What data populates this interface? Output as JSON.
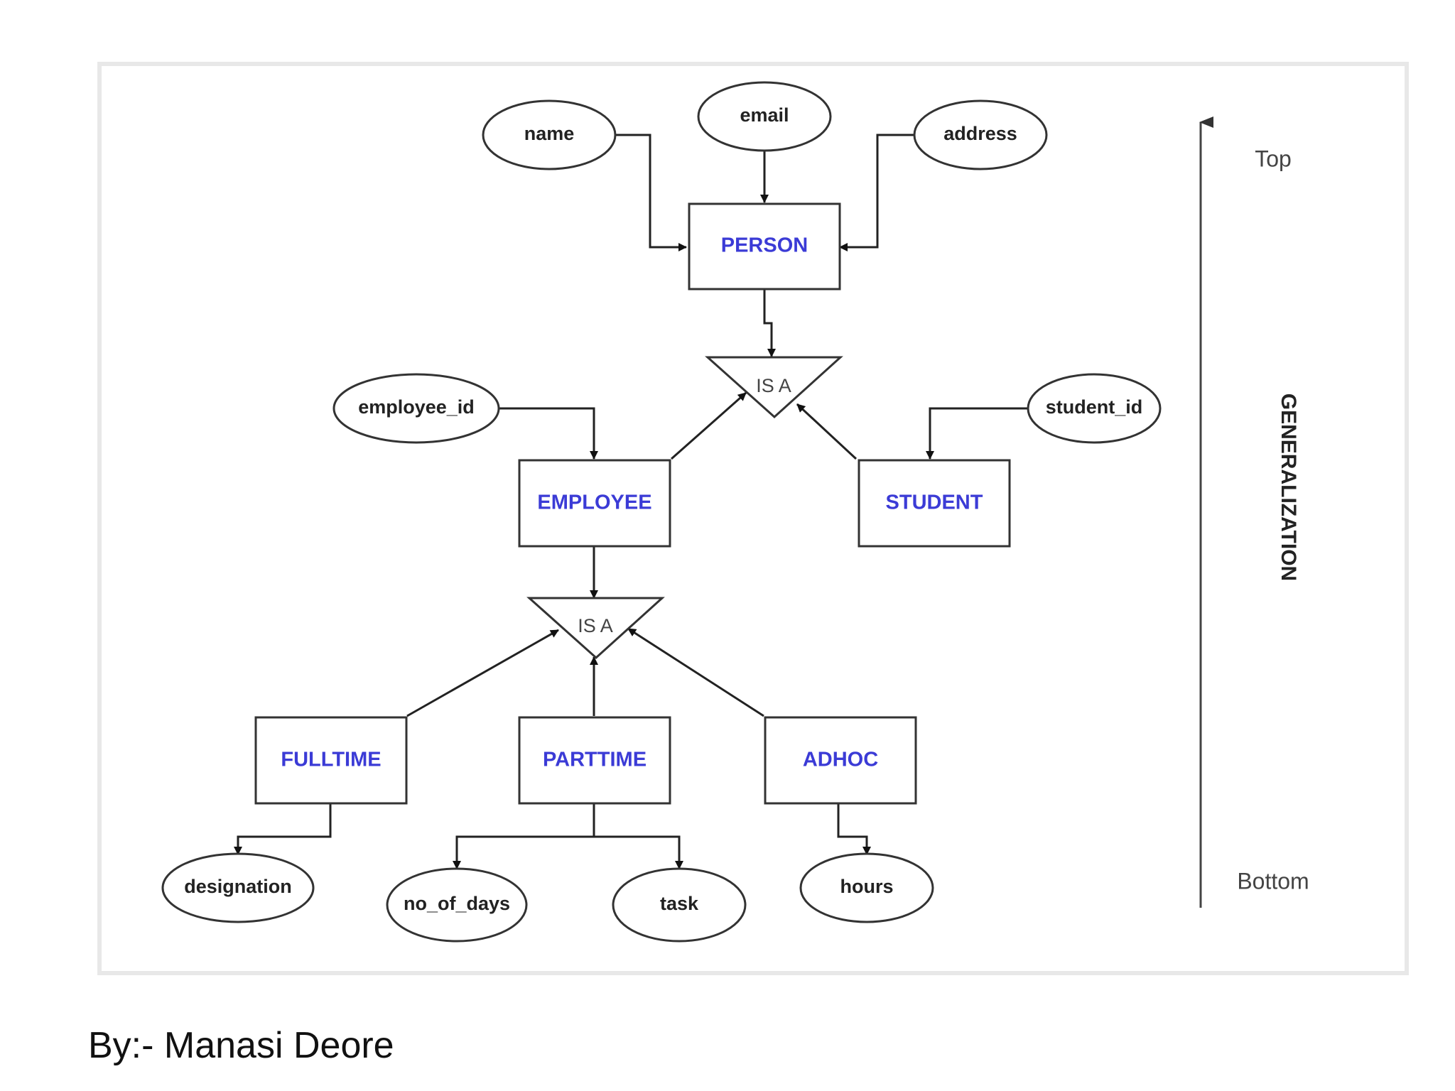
{
  "attributes": {
    "name": "name",
    "email": "email",
    "address": "address",
    "employee_id": "employee_id",
    "student_id": "student_id",
    "designation": "designation",
    "no_of_days": "no_of_days",
    "task": "task",
    "hours": "hours"
  },
  "entities": {
    "person": "PERSON",
    "employee": "EMPLOYEE",
    "student": "STUDENT",
    "fulltime": "FULLTIME",
    "parttime": "PARTTIME",
    "adhoc": "ADHOC"
  },
  "isa": {
    "top": "IS A",
    "bottom": "IS A"
  },
  "axis": {
    "top_label": "Top",
    "bottom_label": "Bottom",
    "side_label": "GENERALIZATION"
  },
  "credit": "By:- Manasi Deore"
}
